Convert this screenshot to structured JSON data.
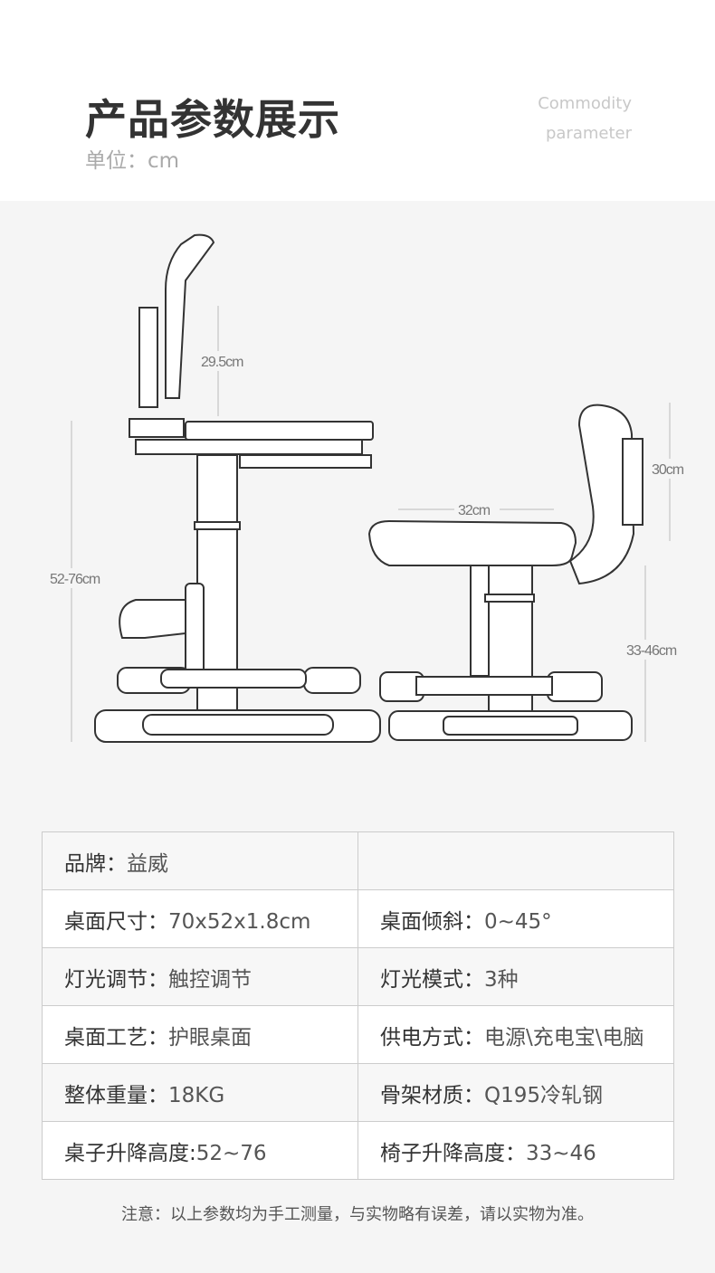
{
  "header": {
    "title": "产品参数展示",
    "unit": "单位：cm",
    "en_line1": "Commodity",
    "en_line2": "parameter"
  },
  "dimensions": {
    "lamp": "29.5cm",
    "desk_height": "52-76cm",
    "seat_width": "32cm",
    "backrest": "30cm",
    "chair_height": "33-46cm"
  },
  "table": [
    [
      {
        "label": "品牌：",
        "value": "益威"
      },
      {
        "label": "",
        "value": ""
      }
    ],
    [
      {
        "label": "桌面尺寸：",
        "value": "70x52x1.8cm"
      },
      {
        "label": "桌面倾斜：",
        "value": "0~45°"
      }
    ],
    [
      {
        "label": "灯光调节：",
        "value": "触控调节"
      },
      {
        "label": "灯光模式：",
        "value": "3种"
      }
    ],
    [
      {
        "label": "桌面工艺：",
        "value": "护眼桌面"
      },
      {
        "label": "供电方式：",
        "value": "电源\\充电宝\\电脑"
      }
    ],
    [
      {
        "label": "整体重量：",
        "value": "18KG"
      },
      {
        "label": "骨架材质：",
        "value": "Q195冷轧钢"
      }
    ],
    [
      {
        "label": "桌子升降高度:",
        "value": "52~76"
      },
      {
        "label": "椅子升降高度：",
        "value": "33~46"
      }
    ]
  ],
  "note": "注意：以上参数均为手工测量，与实物略有误差，请以实物为准。"
}
